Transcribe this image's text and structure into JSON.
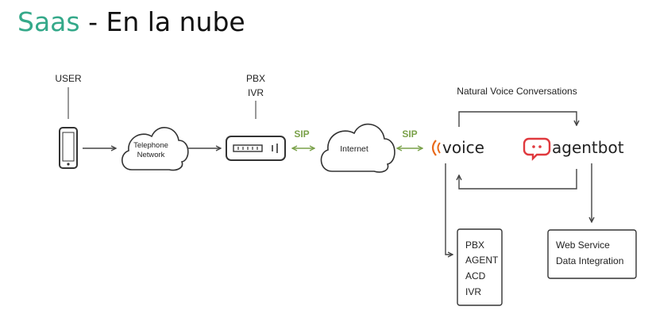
{
  "page": {
    "title_accent": "Saas",
    "title_rest": " - En la nube",
    "accent_color": "#35a98a"
  },
  "diagram": {
    "user_label": "USER",
    "pbx_ivr_label": [
      "PBX",
      "IVR"
    ],
    "telephone_network": [
      "Telephone",
      "Network"
    ],
    "internet": "Internet",
    "sip_left": "SIP",
    "sip_right": "SIP",
    "sip_color": "#7aa14a",
    "natural_voice": "Natural Voice Conversations",
    "voice_brand": "voice",
    "voice_color": "#e86a1b",
    "agentbot_brand": "agentbot",
    "agentbot_color": "#e0393e",
    "pbx_stack": [
      "PBX",
      "AGENT",
      "ACD",
      "IVR"
    ],
    "web_service": [
      "Web Service",
      "Data Integration"
    ]
  },
  "icons": [
    "smartphone-icon",
    "cloud-icon",
    "pbx-device-icon",
    "voice-logo-icon",
    "agentbot-logo-icon"
  ]
}
